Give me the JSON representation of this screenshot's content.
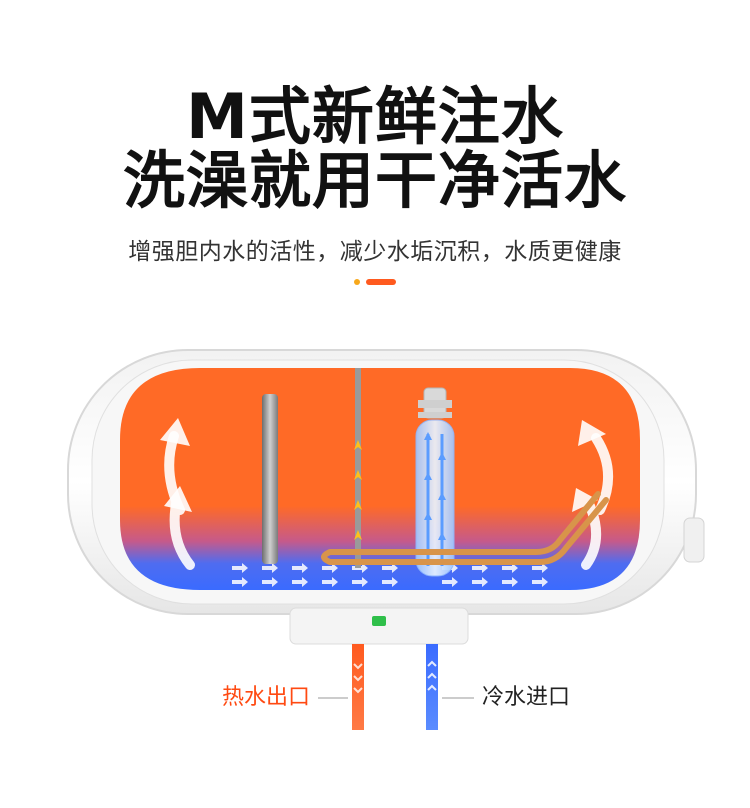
{
  "headline": {
    "line1": "M式新鲜注水",
    "line2": "洗澡就用干净活水"
  },
  "subtitle": "增强胆内水的活性，减少水垢沉积，水质更健康",
  "callouts": {
    "hot_outlet": "热水出口",
    "cold_inlet": "冷水进口"
  },
  "colors": {
    "hot": "#ff5a1f",
    "cold": "#3a7bff",
    "accent_dot": "#f7a81b"
  },
  "icons": [
    "heater-tank-illustration",
    "flow-arrow-icon",
    "heating-element-icon",
    "anode-rod-icon",
    "indicator-light-icon"
  ]
}
